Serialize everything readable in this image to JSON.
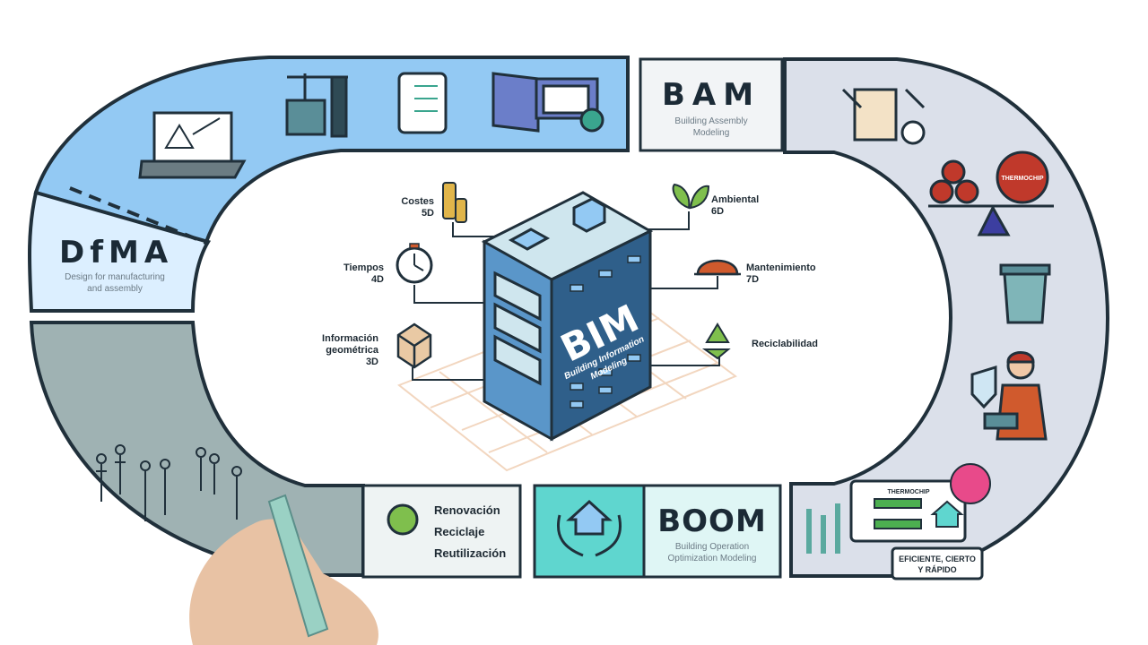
{
  "sections": {
    "dfma": {
      "title": "DfMA",
      "subtitle_1": "Design for manufacturing",
      "subtitle_2": "and assembly"
    },
    "bam": {
      "title": "BAM",
      "subtitle_1": "Building Assembly",
      "subtitle_2": "Modeling"
    },
    "boom": {
      "title": "BOOM",
      "subtitle_1": "Building Operation",
      "subtitle_2": "Optimization Modeling"
    }
  },
  "bim": {
    "title": "BIM",
    "subtitle_1": "Building Information",
    "subtitle_2": "Modeling"
  },
  "dimensions": {
    "costes": {
      "line1": "Costes",
      "line2": "5D"
    },
    "tiempos": {
      "line1": "Tiempos",
      "line2": "4D"
    },
    "info": {
      "line1": "Información",
      "line2": "geométrica",
      "line3": "3D"
    },
    "ambiental": {
      "line1": "Ambiental",
      "line2": "6D"
    },
    "mantenimiento": {
      "line1": "Mantenimiento",
      "line2": "7D"
    },
    "reciclabilidad": {
      "line1": "Reciclabilidad"
    }
  },
  "circular": {
    "items": [
      "Renovación",
      "Reciclaje",
      "Reutilización"
    ]
  },
  "brand": {
    "name": "THERMOCHIP"
  },
  "badge": {
    "line1": "EFICIENTE, CIERTO",
    "line2": "Y RÁPIDO"
  },
  "colors": {
    "blue_light": "#93c9f3",
    "blue_pale": "#dcefff",
    "grey_section": "#dbe0ea",
    "slate_section": "#9fb2b3",
    "teal": "#5fd6cf",
    "building_front": "#5a96c9",
    "building_side": "#2f5f8a",
    "outline": "#20303b"
  }
}
